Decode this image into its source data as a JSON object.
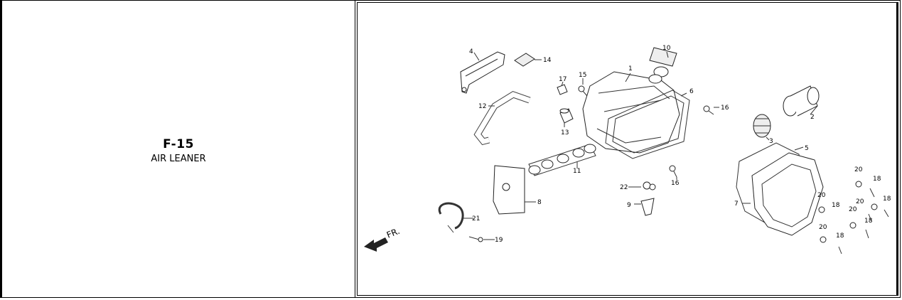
{
  "section": {
    "code": "F-15",
    "title": "AIR LEANER"
  },
  "diagram": {
    "direction_label": "FR.",
    "callouts": [
      "1",
      "2",
      "3",
      "4",
      "5",
      "6",
      "7",
      "8",
      "9",
      "10",
      "11",
      "12",
      "13",
      "14",
      "15",
      "16",
      "16",
      "17",
      "18",
      "18",
      "18",
      "18",
      "18",
      "19",
      "20",
      "20",
      "20",
      "20",
      "20",
      "21",
      "22"
    ]
  }
}
